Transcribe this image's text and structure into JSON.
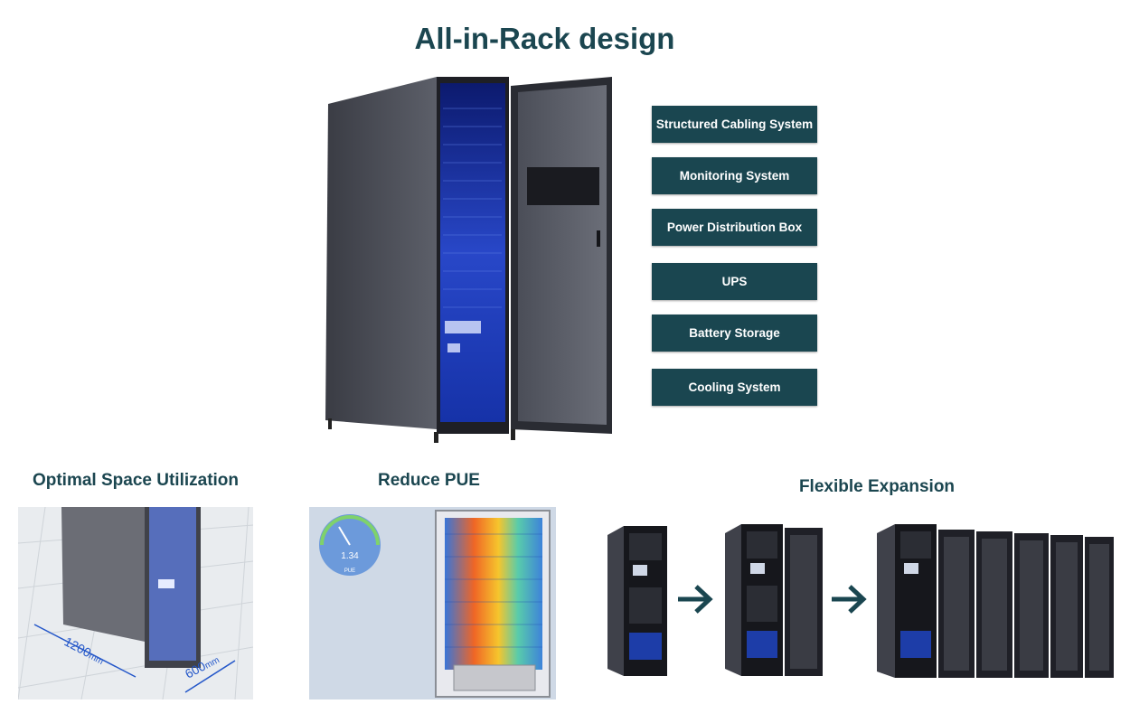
{
  "title": "All-in-Rack design",
  "features": [
    {
      "label": "Structured Cabling System"
    },
    {
      "label": "Monitoring System"
    },
    {
      "label": "Power Distribution Box"
    },
    {
      "label": "UPS"
    },
    {
      "label": "Battery Storage"
    },
    {
      "label": "Cooling System"
    }
  ],
  "sections": {
    "space": {
      "title": "Optimal Space Utilization",
      "dim_length": "1200",
      "dim_width": "600",
      "unit": "mm"
    },
    "pue": {
      "title": "Reduce PUE",
      "gauge_value": "1.34",
      "gauge_label": "PUE"
    },
    "expansion": {
      "title": "Flexible Expansion"
    }
  },
  "colors": {
    "accent": "#1a4650",
    "title": "#1b4650"
  },
  "icons": [
    "right-arrow-icon",
    "right-arrow-icon"
  ]
}
